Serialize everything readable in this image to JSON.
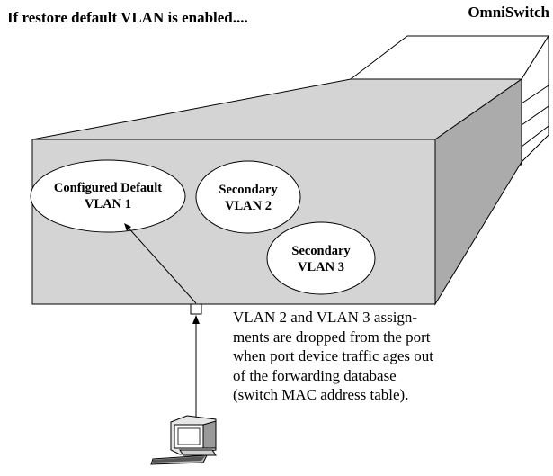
{
  "title": "If restore default VLAN is enabled....",
  "device_name": "OmniSwitch",
  "vlans": [
    {
      "line1": "Configured Default",
      "line2": "VLAN 1"
    },
    {
      "line1": "Secondary",
      "line2": "VLAN 2"
    },
    {
      "line1": "Secondary",
      "line2": "VLAN 3"
    }
  ],
  "note": "VLAN 2 and VLAN 3 assign-\nments are dropped from the port\nwhen port device traffic ages out\nof the forwarding database\n(switch MAC address table).",
  "colors": {
    "box_fill": "#d4d4d4",
    "box_side": "#ababab",
    "stroke": "#000000",
    "switch_fill": "#ffffff"
  }
}
